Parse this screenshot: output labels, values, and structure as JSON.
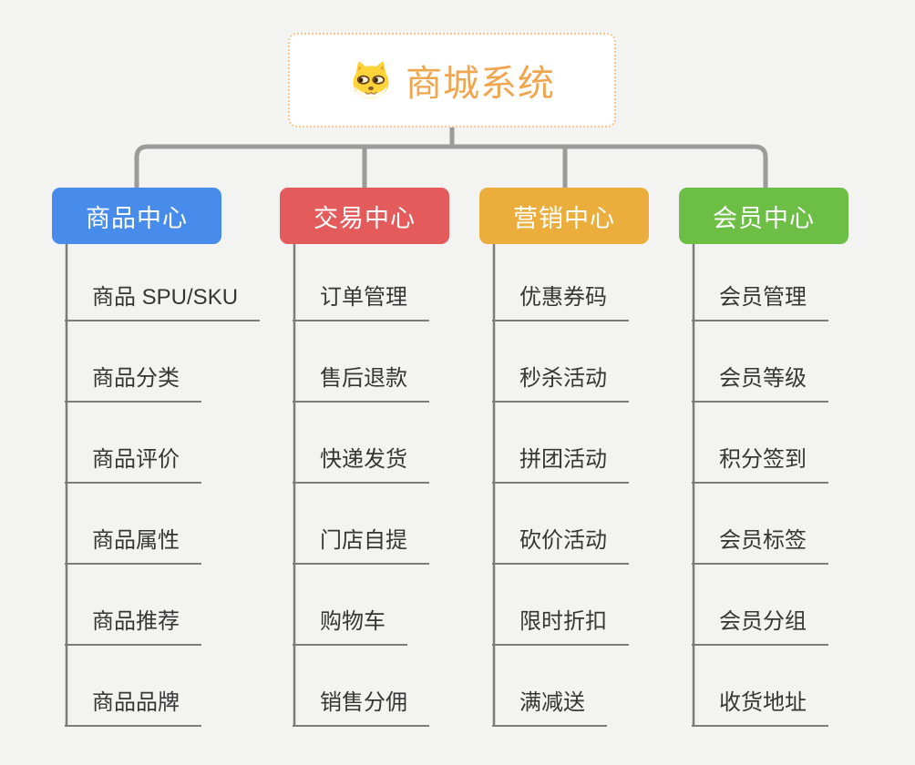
{
  "root": {
    "title": "商城系统",
    "icon": "dog-icon"
  },
  "branches": [
    {
      "label": "商品中心",
      "color": "#478CEA",
      "items": [
        "商品 SPU/SKU",
        "商品分类",
        "商品评价",
        "商品属性",
        "商品推荐",
        "商品品牌"
      ]
    },
    {
      "label": "交易中心",
      "color": "#E45B5B",
      "items": [
        "订单管理",
        "售后退款",
        "快递发货",
        "门店自提",
        "购物车",
        "销售分佣"
      ]
    },
    {
      "label": "营销中心",
      "color": "#EBAE3D",
      "items": [
        "优惠券码",
        "秒杀活动",
        "拼团活动",
        "砍价活动",
        "限时折扣",
        "满减送"
      ]
    },
    {
      "label": "会员中心",
      "color": "#6CBE45",
      "items": [
        "会员管理",
        "会员等级",
        "积分签到",
        "会员标签",
        "会员分组",
        "收货地址"
      ]
    }
  ],
  "colors": {
    "background": "#F3F3F2",
    "root_border": "#F2C488",
    "root_title": "#F0A64F",
    "connector": "#9B9B9B",
    "leaf_line": "#7C7C7C",
    "leaf_text": "#363636"
  }
}
